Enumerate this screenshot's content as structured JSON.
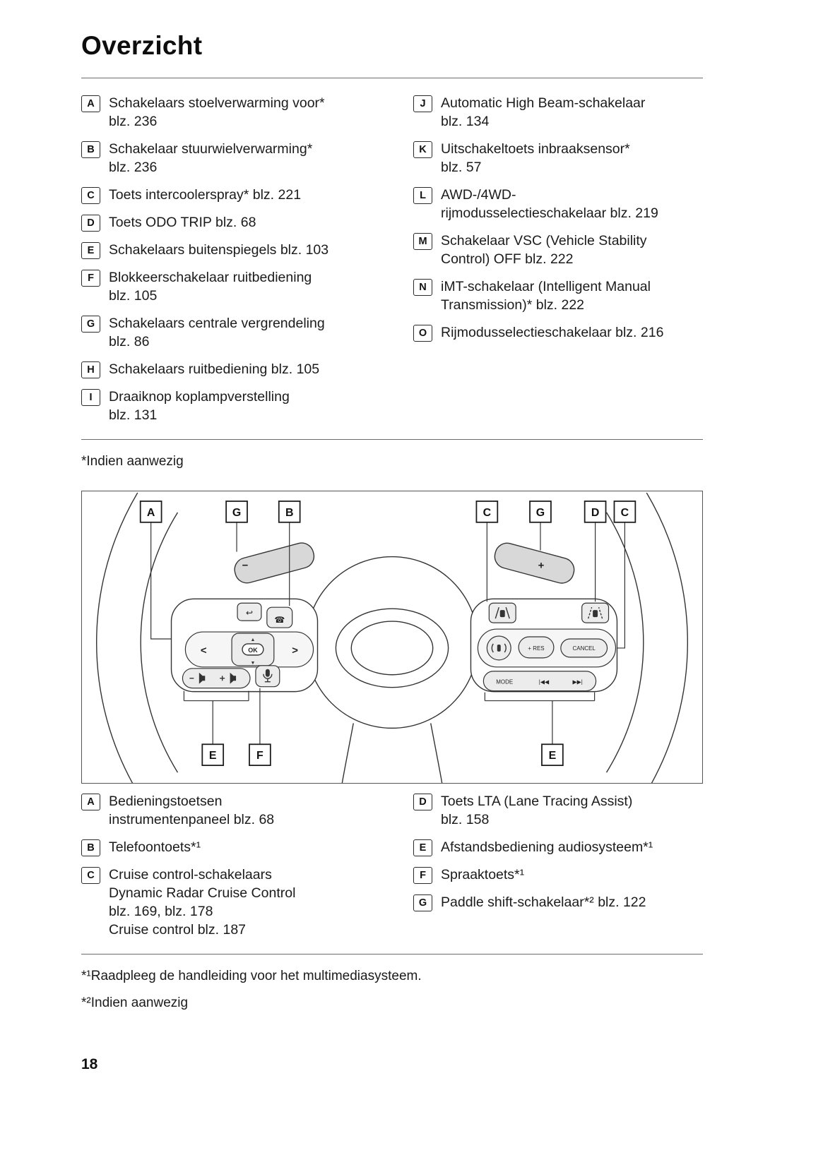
{
  "page": {
    "title": "Overzicht",
    "page_number": "18",
    "footnote_star": "*Indien aanwezig",
    "footnote_1": "*¹Raadpleeg de handleiding voor het multimediasysteem.",
    "footnote_2": "*²Indien aanwezig"
  },
  "list1": {
    "left": [
      {
        "key": "A",
        "lines": [
          "Schakelaars stoelverwarming voor*",
          "blz. 236"
        ]
      },
      {
        "key": "B",
        "lines": [
          "Schakelaar stuurwielverwarming*",
          "blz. 236"
        ]
      },
      {
        "key": "C",
        "lines": [
          "Toets intercoolerspray* blz. 221"
        ]
      },
      {
        "key": "D",
        "lines": [
          "Toets ODO TRIP blz. 68"
        ]
      },
      {
        "key": "E",
        "lines": [
          "Schakelaars buitenspiegels blz. 103"
        ]
      },
      {
        "key": "F",
        "lines": [
          "Blokkeerschakelaar ruitbediening",
          "blz. 105"
        ]
      },
      {
        "key": "G",
        "lines": [
          "Schakelaars centrale vergrendeling",
          "blz. 86"
        ]
      },
      {
        "key": "H",
        "lines": [
          "Schakelaars ruitbediening blz. 105"
        ]
      },
      {
        "key": "I",
        "lines": [
          "Draaiknop koplampverstelling",
          "blz. 131"
        ]
      }
    ],
    "right": [
      {
        "key": "J",
        "lines": [
          "Automatic High Beam-schakelaar",
          "blz. 134"
        ]
      },
      {
        "key": "K",
        "lines": [
          "Uitschakeltoets inbraaksensor*",
          "blz. 57"
        ]
      },
      {
        "key": "L",
        "lines": [
          "AWD-/4WD-",
          "rijmodusselectieschakelaar blz. 219"
        ]
      },
      {
        "key": "M",
        "lines": [
          "Schakelaar VSC (Vehicle Stability",
          "Control) OFF blz. 222"
        ]
      },
      {
        "key": "N",
        "lines": [
          "iMT-schakelaar (Intelligent Manual",
          "Transmission)* blz. 222"
        ]
      },
      {
        "key": "O",
        "lines": [
          "Rijmodusselectieschakelaar blz. 216"
        ]
      }
    ]
  },
  "figure": {
    "callouts_top": [
      "A",
      "G",
      "B",
      "C",
      "G",
      "D",
      "C"
    ],
    "callouts_bottom": [
      "E",
      "F",
      "E"
    ],
    "labels": {
      "ok": "OK",
      "cancel": "CANCEL",
      "mode": "MODE",
      "res": "+ RES",
      "paddle_minus": "−",
      "paddle_plus": "+",
      "arrow_left": "<",
      "arrow_right": ">",
      "back": "↩",
      "phone": "☎",
      "up": "▲",
      "down": "▼",
      "prev": "|◀◀",
      "next": "▶▶|"
    }
  },
  "list2": {
    "left": [
      {
        "key": "A",
        "lines": [
          "Bedieningstoetsen",
          "instrumentenpaneel blz. 68"
        ]
      },
      {
        "key": "B",
        "lines": [
          "Telefoontoets*¹"
        ]
      },
      {
        "key": "C",
        "lines": [
          "Cruise control-schakelaars",
          "Dynamic Radar Cruise Control",
          "blz. 169, blz. 178",
          "Cruise control blz. 187"
        ]
      }
    ],
    "right": [
      {
        "key": "D",
        "lines": [
          "Toets LTA (Lane Tracing Assist)",
          "blz. 158"
        ]
      },
      {
        "key": "E",
        "lines": [
          "Afstandsbediening audiosysteem*¹"
        ]
      },
      {
        "key": "F",
        "lines": [
          "Spraaktoets*¹"
        ]
      },
      {
        "key": "G",
        "lines": [
          "Paddle shift-schakelaar*² blz. 122"
        ]
      }
    ]
  }
}
